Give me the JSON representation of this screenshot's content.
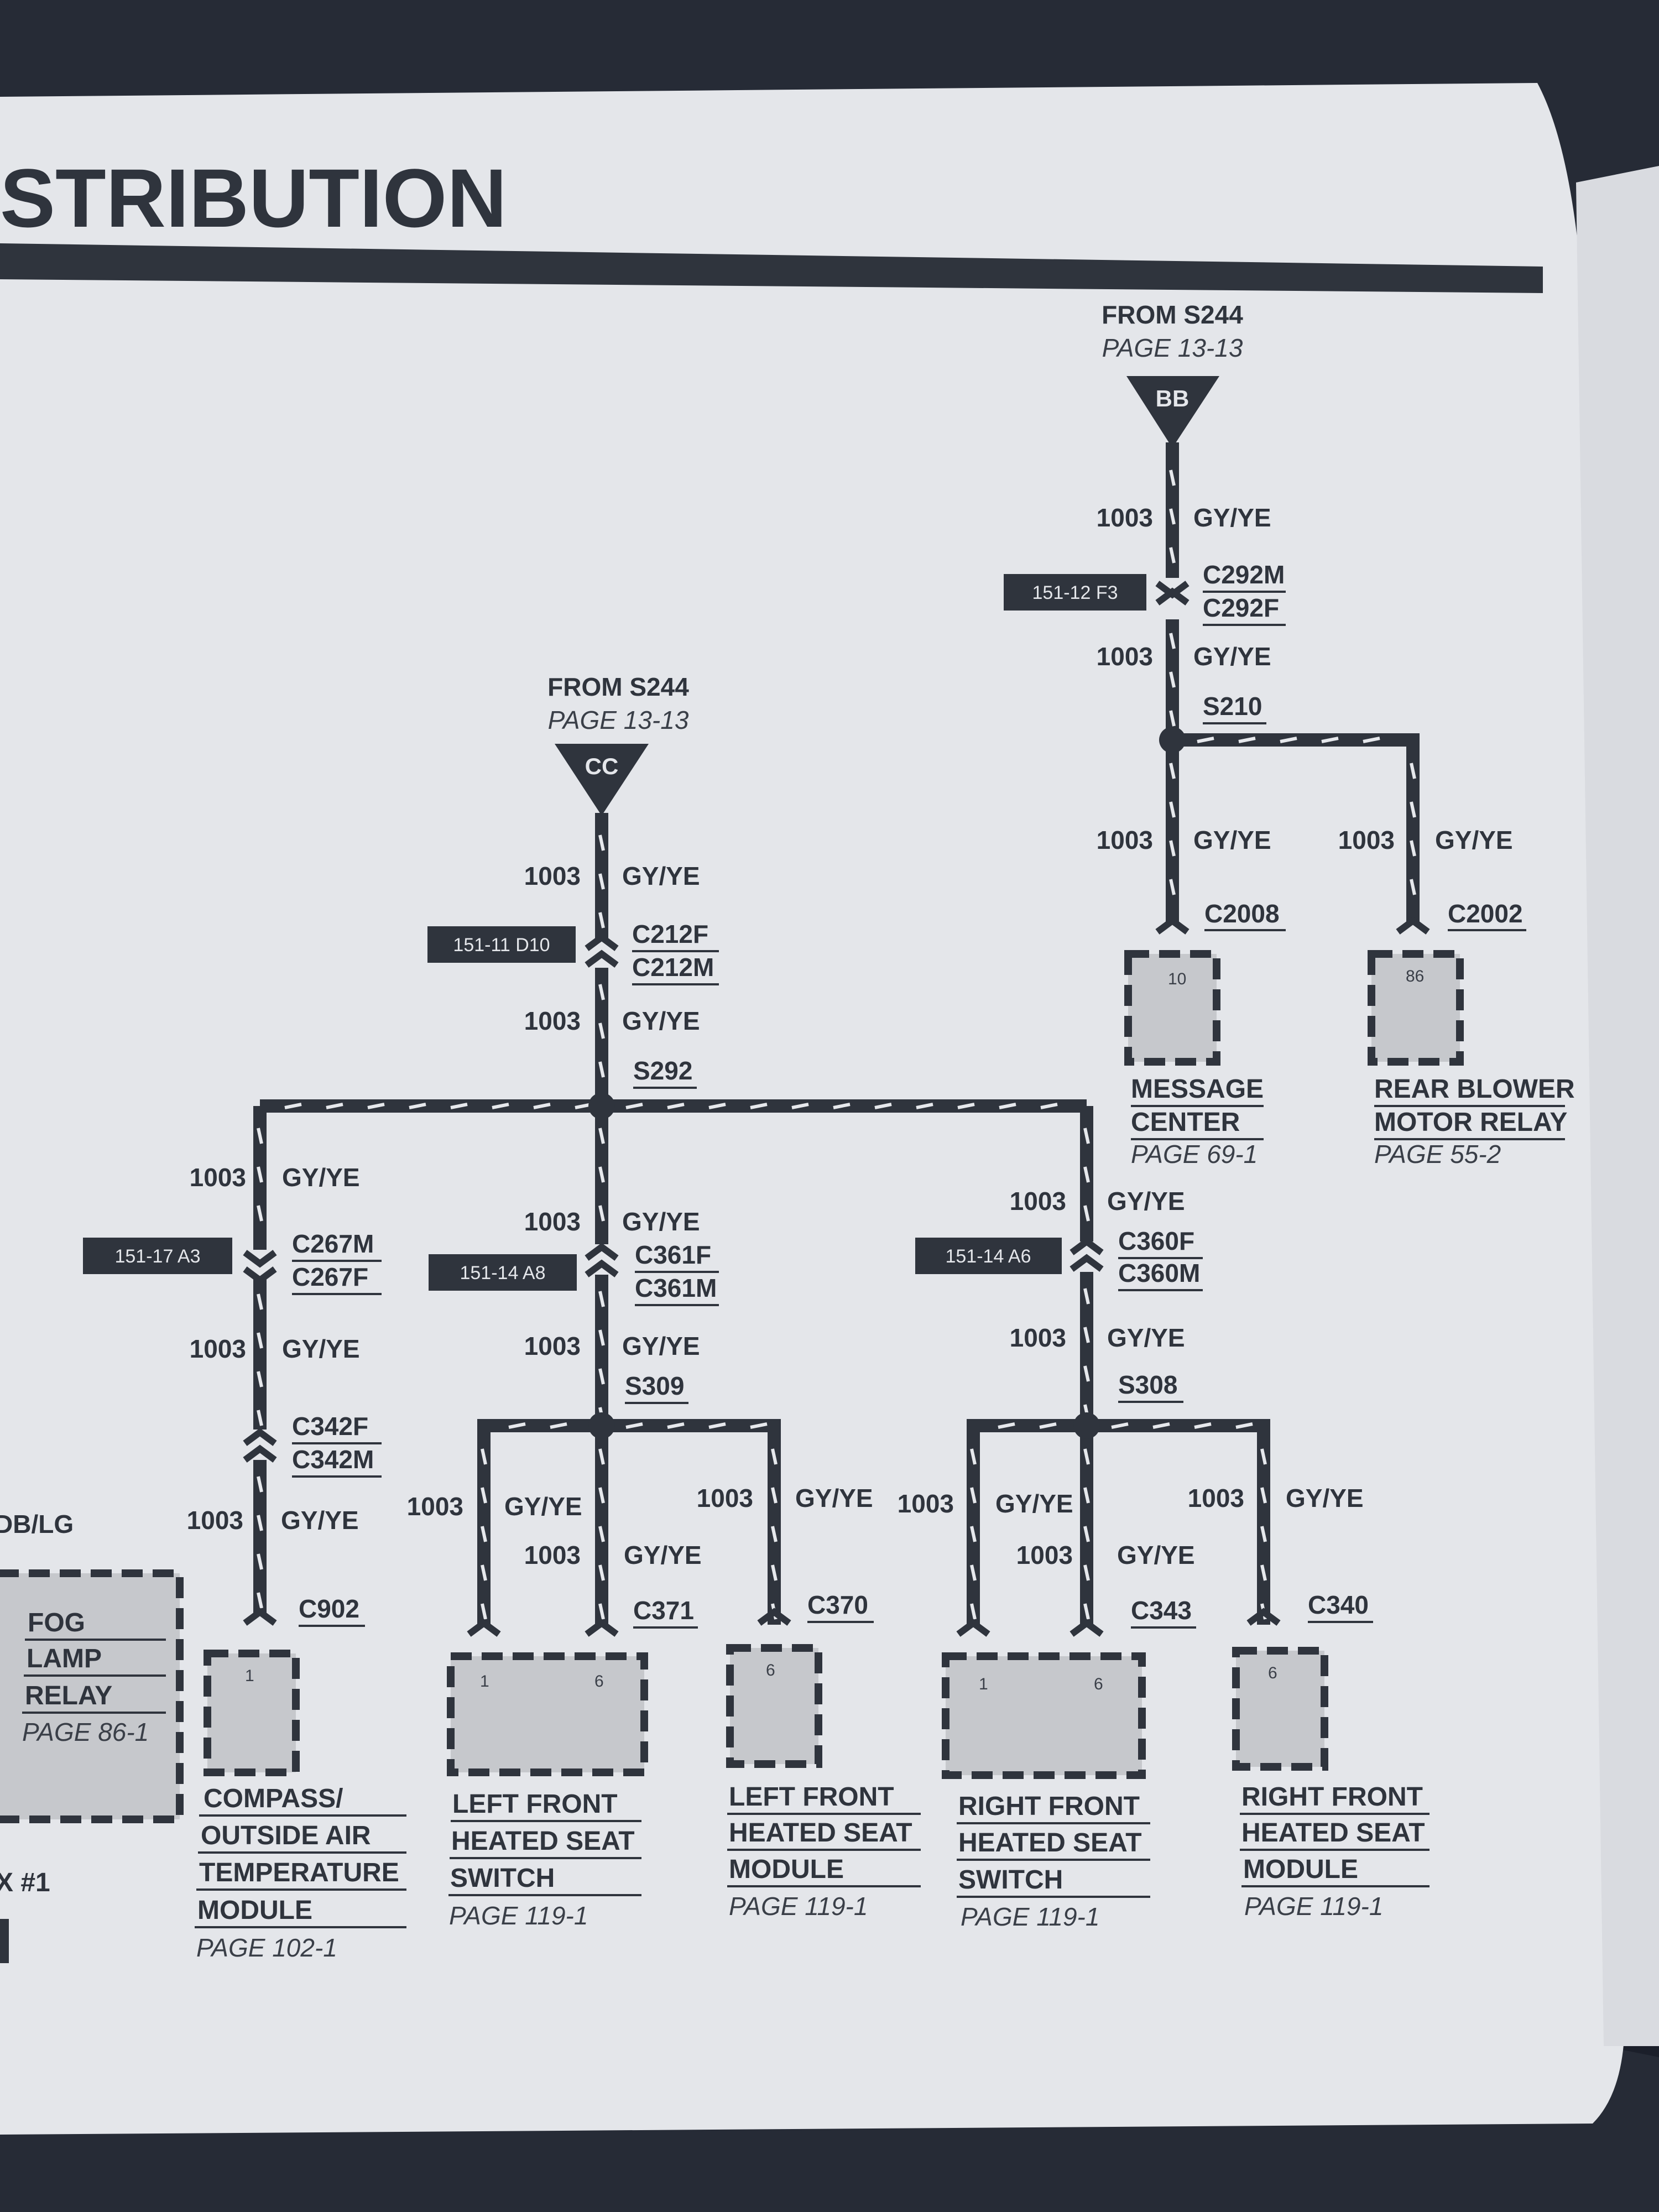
{
  "header": {
    "title": "STRIBUTION"
  },
  "wire": {
    "circuit": "1003",
    "color": "GY/YE"
  },
  "sources": [
    {
      "id": "src-bb",
      "from": "FROM S244",
      "page": "PAGE 13-13",
      "label": "BB"
    },
    {
      "id": "src-cc",
      "from": "FROM S244",
      "page": "PAGE 13-13",
      "label": "CC"
    }
  ],
  "connectors": {
    "c292m": "C292M",
    "c292f": "C292F",
    "c212f": "C212F",
    "c212m": "C212M",
    "c267m": "C267M",
    "c267f": "C267F",
    "c342f": "C342F",
    "c342m": "C342M",
    "c361f": "C361F",
    "c361m": "C361M",
    "c360f": "C360F",
    "c360m": "C360M",
    "c2008": "C2008",
    "c2002": "C2002",
    "c902": "C902",
    "c371": "C371",
    "c370": "C370",
    "c343": "C343",
    "c340": "C340"
  },
  "splices": {
    "s210": "S210",
    "s292": "S292",
    "s309": "S309",
    "s308": "S308"
  },
  "grid_refs": {
    "ref_c292": "151-12 F3",
    "ref_c212": "151-11 D10",
    "ref_c267": "151-17 A3",
    "ref_c361": "151-14 A8",
    "ref_c360": "151-14 A6"
  },
  "components": [
    {
      "id": "message-center",
      "lines": [
        "MESSAGE",
        "CENTER"
      ],
      "page": "PAGE 69-1",
      "pins": [
        "10"
      ]
    },
    {
      "id": "rear-blower-motor-relay",
      "lines": [
        "REAR BLOWER",
        "MOTOR RELAY"
      ],
      "page": "PAGE 55-2",
      "pins": [
        "86"
      ]
    },
    {
      "id": "compass-module",
      "lines": [
        "COMPASS/",
        "OUTSIDE AIR",
        "TEMPERATURE",
        "MODULE"
      ],
      "page": "PAGE 102-1",
      "pins": [
        "1"
      ]
    },
    {
      "id": "left-front-heated-seat-switch",
      "lines": [
        "LEFT FRONT",
        "HEATED SEAT",
        "SWITCH"
      ],
      "page": "PAGE 119-1",
      "pins": [
        "1",
        "6"
      ]
    },
    {
      "id": "left-front-heated-seat-module",
      "lines": [
        "LEFT FRONT",
        "HEATED SEAT",
        "MODULE"
      ],
      "page": "PAGE 119-1",
      "pins": [
        "6"
      ]
    },
    {
      "id": "right-front-heated-seat-switch",
      "lines": [
        "RIGHT FRONT",
        "HEATED SEAT",
        "SWITCH"
      ],
      "page": "PAGE 119-1",
      "pins": [
        "1",
        "6"
      ]
    },
    {
      "id": "right-front-heated-seat-module",
      "lines": [
        "RIGHT FRONT",
        "HEATED SEAT",
        "MODULE"
      ],
      "page": "PAGE 119-1",
      "pins": [
        "6"
      ]
    },
    {
      "id": "fog-lamp-relay",
      "lines": [
        "FOG",
        "LAMP",
        "RELAY"
      ],
      "page": "PAGE 86-1",
      "pins": []
    }
  ],
  "edge_text": {
    "left_wire_color": "DB/LG",
    "left_fragment": "X #1"
  }
}
